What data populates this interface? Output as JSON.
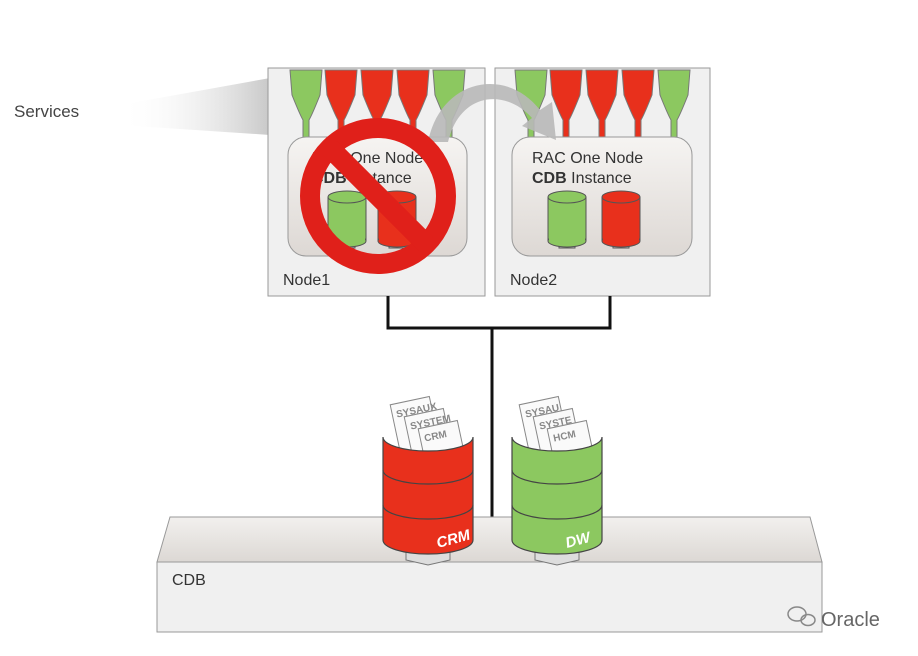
{
  "labels": {
    "services": "Services",
    "node1": "Node1",
    "node2": "Node2",
    "instance_line1": "RAC One Node",
    "instance_bold": "CDB",
    "instance_rest": " Instance",
    "cdb": "CDB",
    "crm_db": "CRM",
    "dw_db": "DW",
    "crm_tablespaces": [
      "SYSAUX",
      "SYSTEM",
      "CRM"
    ],
    "dw_tablespaces": [
      "SYSAU",
      "SYSTE",
      "HCM"
    ],
    "watermark": "Oracle"
  },
  "services": {
    "node1": [
      "green",
      "red",
      "red",
      "red",
      "green"
    ],
    "node2": [
      "green",
      "red",
      "red",
      "red",
      "green"
    ]
  },
  "colors": {
    "red": "#e8301c",
    "green": "#8cc860",
    "box": "#f0f0f0",
    "prohibit": "#e0201a"
  },
  "icons": [
    "prohibited-icon",
    "migration-arrow-icon",
    "wechat-icon"
  ]
}
